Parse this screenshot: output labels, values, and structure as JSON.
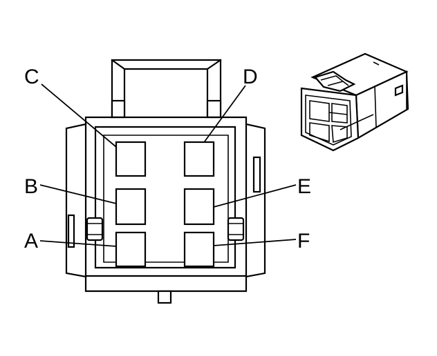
{
  "labels": {
    "C": "C",
    "D": "D",
    "B": "B",
    "E": "E",
    "A": "A",
    "F": "F"
  },
  "colors": {
    "stroke": "#000000",
    "background": "#ffffff"
  }
}
